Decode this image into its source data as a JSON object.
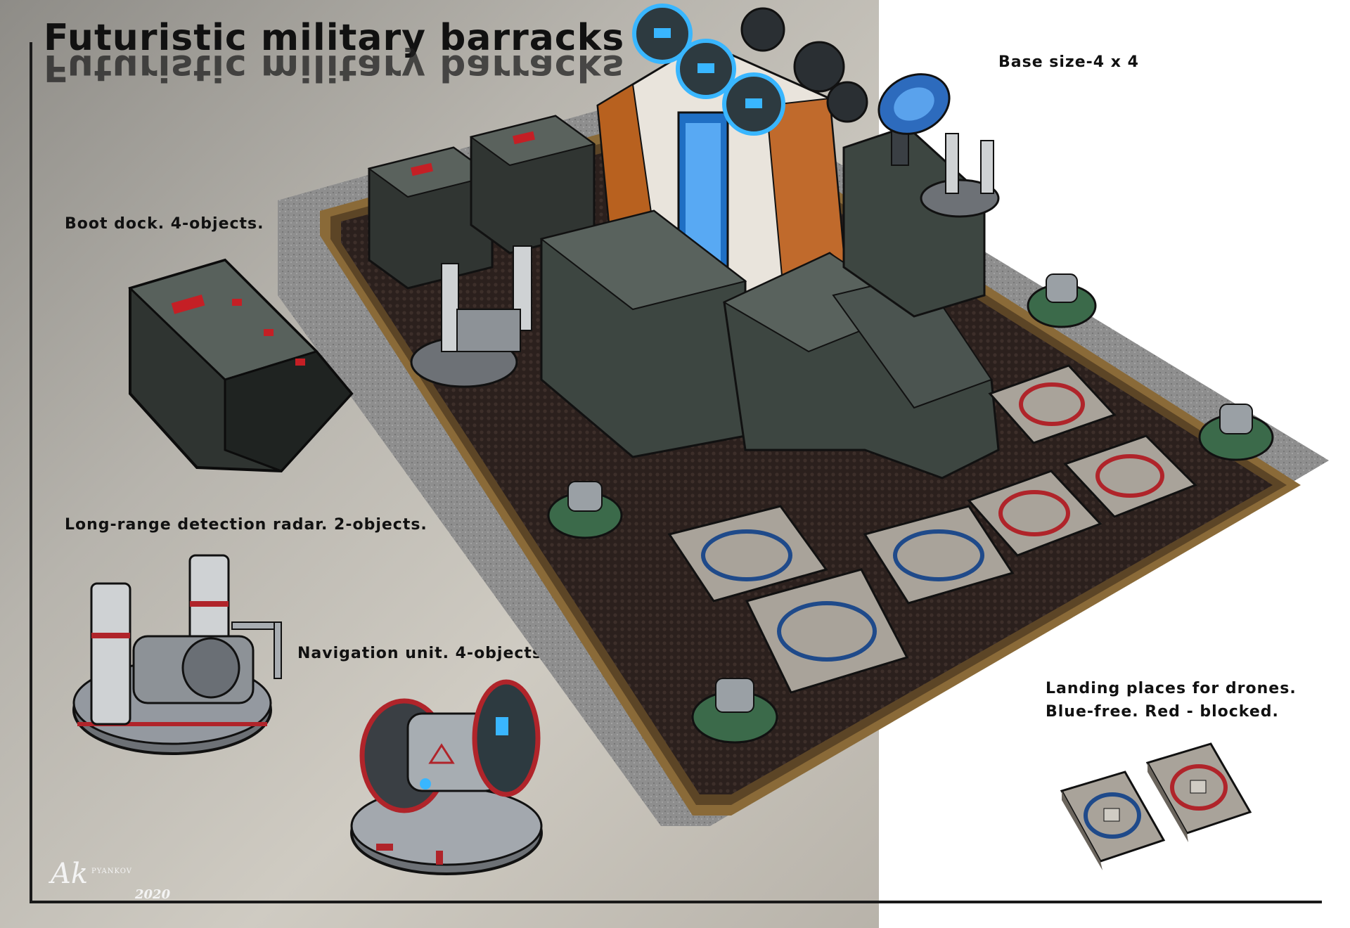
{
  "title": "Futuristic military barracks",
  "base_size": "Base size-4 x 4",
  "labels": {
    "boot_dock": "Boot dock. 4-objects.",
    "radar": "Long-range detection radar. 2-objects.",
    "navigation": "Navigation unit. 4-objects.",
    "landing_line1": "Landing places for drones.",
    "landing_line2": "Blue-free. Red - blocked."
  },
  "signature": {
    "name": "PYANKOV",
    "year": "2020"
  },
  "colors": {
    "pad_free": "#1f4a8a",
    "pad_blocked": "#b0242a",
    "platform": "#2c211d",
    "trim": "#8a6a38",
    "hull": "#3d4641",
    "accent_red": "#c51f25",
    "glow_blue": "#39b6ff"
  }
}
